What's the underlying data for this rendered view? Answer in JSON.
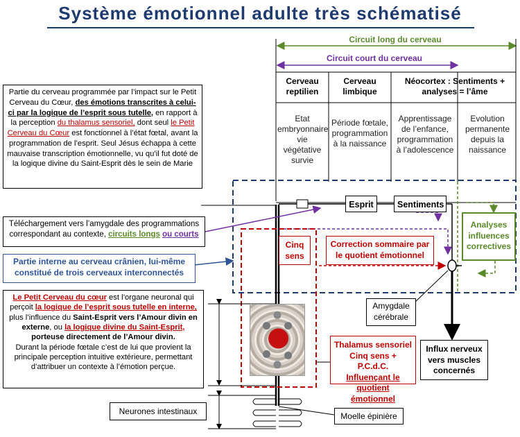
{
  "title": "Système émotionnel adulte très schématisé",
  "circuits": {
    "long": "Circuit long du cerveau",
    "court": "Circuit court du cerveau",
    "long_color": "#5a8a2a",
    "court_color": "#7030a0"
  },
  "columns": [
    {
      "head": "Cerveau reptilien",
      "body": "Etat embryonnaire vie végétative survie"
    },
    {
      "head": "Cerveau limbique",
      "body": "Période fœtale, programmation à la naissance"
    },
    {
      "head": "Néocortex : Sentiments + analyses = l’âme",
      "body": "Apprentissage de l’enfance, programmation à l’adolescence"
    },
    {
      "body": "Evolution permanente depuis la naissance"
    }
  ],
  "left_box_1": {
    "t1": "Partie du cerveau programmée par l’impact sur le Petit Cerveau du Cœur, ",
    "t2": "des émotions transcrites à celui-ci par la logique de l’esprit sous tutelle,",
    "t3": " en rapport à la perception ",
    "t4": "du thalamus sensoriel,",
    "t5": " dont seul ",
    "t6": "le Petit Cerveau du Cœur",
    "t7": " est fonctionnel à l’état fœtal, avant la programmation de l’esprit.  Seul Jésus échappa à cette mauvaise transcription émotionnelle, vu  qu’il fut doté de la logique divine du Saint-Esprit dès le sein de Marie"
  },
  "left_box_2": {
    "t1": "Téléchargement vers l’amygdale des programmations correspondant au contexte, ",
    "t2": "circuits longs",
    "t3": " ",
    "t4": "ou courts"
  },
  "left_box_3": "Partie interne au cerveau crânien, lui-même constitué de trois cerveaux interconnectés",
  "left_box_4": {
    "t1": "Le Petit Cerveau du cœur",
    "t2": " est l’organe neuronal qui perçoit ",
    "t3": "la logique de l’esprit sous tutelle en interne,",
    "t4": " plus l’influence du ",
    "t5": "Saint-Esprit vers l’Amour divin en externe",
    "t6": ", ou ",
    "t7": "la logique divine du Saint-Esprit,",
    "t8": " porteuse directement de l’Amour divin.",
    "t9": "Durant la période fœtale c’est de lui que provient la principale perception intuitive extérieure, permettant d’attribuer un contexte à l’émotion perçue."
  },
  "neurones": "Neurones intestinaux",
  "moelle": "Moelle épinière",
  "esprit": "Esprit",
  "sentiments": "Sentiments",
  "analyses": "Analyses influences correctives",
  "cinq_sens": "Cinq sens",
  "correction": "Correction sommaire par le quotient émotionnel",
  "amygdale": "Amygdale cérébrale",
  "thalamus": {
    "l1": "Thalamus sensoriel",
    "l2": "Cinq sens + P.C.d.C.",
    "l3": "Influençant le quotient émotionnel"
  },
  "influx": "Influx nerveux vers muscles concernés",
  "colors": {
    "title": "#1f3a6e",
    "blue": "#2f5597",
    "red": "#c00000",
    "green": "#5a8a2a",
    "purple": "#7030a0"
  }
}
